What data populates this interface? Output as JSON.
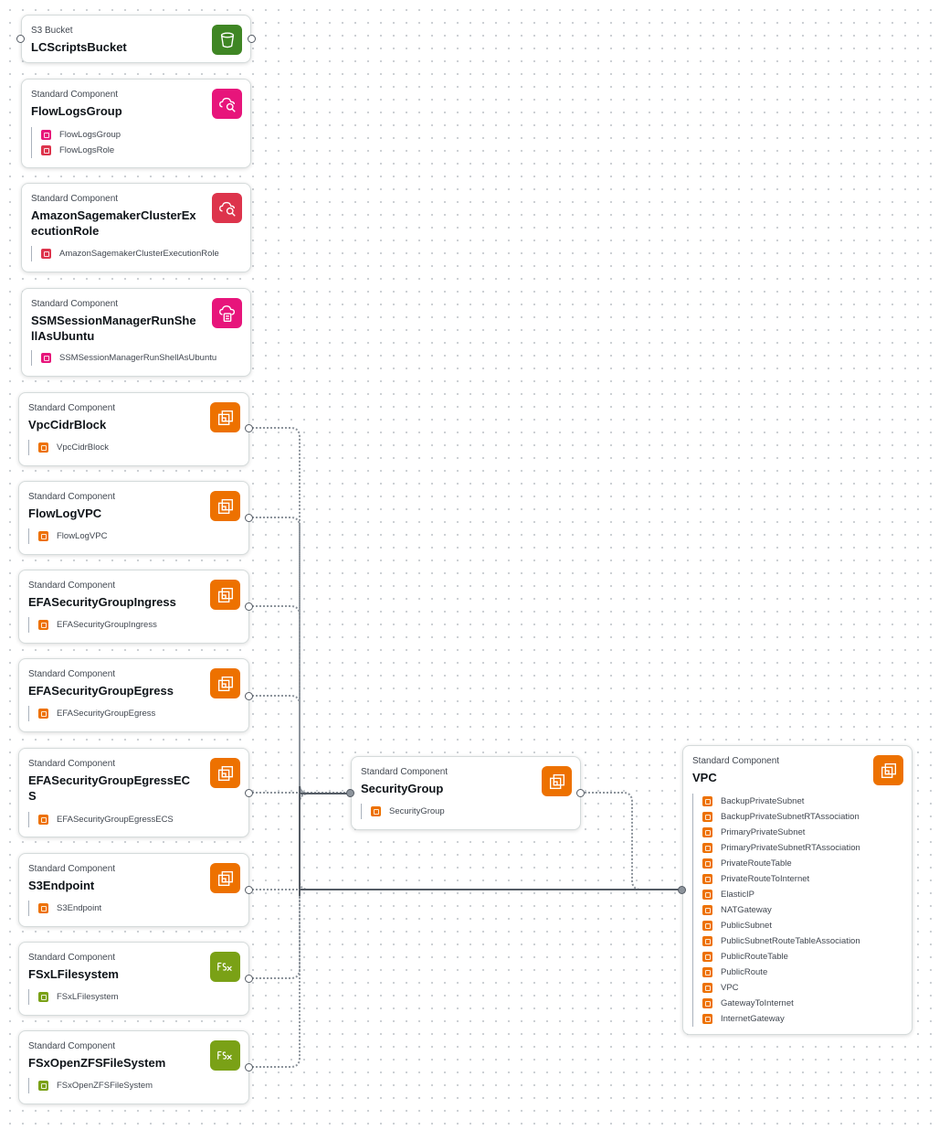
{
  "colors": {
    "s3": "#3f8624",
    "iam": "#dd344c",
    "pink": "#e7157b",
    "ec2": "#ed7100",
    "fsx": "#7aa116",
    "edge": "#8d949c",
    "edge_solid": "#545b64"
  },
  "nodes": {
    "lcscripts": {
      "type": "S3 Bucket",
      "name": "LCScriptsBucket",
      "icon": "bucket-icon",
      "resources": []
    },
    "flowlogsgroup": {
      "type": "Standard Component",
      "name": "FlowLogsGroup",
      "icon": "cloudwatch-logs-icon",
      "resources": [
        "FlowLogsGroup",
        "FlowLogsRole"
      ]
    },
    "sagemakerrole": {
      "type": "Standard Component",
      "name": "AmazonSagemakerClusterExecutionRole",
      "icon": "iam-role-icon",
      "resources": [
        "AmazonSagemakerClusterExecutionRole"
      ]
    },
    "ssmsession": {
      "type": "Standard Component",
      "name": "SSMSessionManagerRunShellAsUbuntu",
      "icon": "ssm-document-icon",
      "resources": [
        "SSMSessionManagerRunShellAsUbuntu"
      ]
    },
    "vpccidr": {
      "type": "Standard Component",
      "name": "VpcCidrBlock",
      "icon": "ec2-icon",
      "resources": [
        "VpcCidrBlock"
      ]
    },
    "flowlogvpc": {
      "type": "Standard Component",
      "name": "FlowLogVPC",
      "icon": "ec2-icon",
      "resources": [
        "FlowLogVPC"
      ]
    },
    "efaingress": {
      "type": "Standard Component",
      "name": "EFASecurityGroupIngress",
      "icon": "ec2-icon",
      "resources": [
        "EFASecurityGroupIngress"
      ]
    },
    "efaegress": {
      "type": "Standard Component",
      "name": "EFASecurityGroupEgress",
      "icon": "ec2-icon",
      "resources": [
        "EFASecurityGroupEgress"
      ]
    },
    "efaegressecs": {
      "type": "Standard Component",
      "name": "EFASecurityGroupEgressECS",
      "icon": "ec2-icon",
      "resources": [
        "EFASecurityGroupEgressECS"
      ]
    },
    "s3endpoint": {
      "type": "Standard Component",
      "name": "S3Endpoint",
      "icon": "ec2-icon",
      "resources": [
        "S3Endpoint"
      ]
    },
    "fsxl": {
      "type": "Standard Component",
      "name": "FSxLFilesystem",
      "icon": "fsx-icon",
      "resources": [
        "FSxLFilesystem"
      ]
    },
    "fsxzfs": {
      "type": "Standard Component",
      "name": "FSxOpenZFSFileSystem",
      "icon": "fsx-icon",
      "resources": [
        "FSxOpenZFSFileSystem"
      ]
    },
    "securitygroup": {
      "type": "Standard Component",
      "name": "SecurityGroup",
      "icon": "ec2-icon",
      "resources": [
        "SecurityGroup"
      ]
    },
    "vpc": {
      "type": "Standard Component",
      "name": "VPC",
      "icon": "ec2-icon",
      "resources": [
        "BackupPrivateSubnet",
        "BackupPrivateSubnetRTAssociation",
        "PrimaryPrivateSubnet",
        "PrimaryPrivateSubnetRTAssociation",
        "PrivateRouteTable",
        "PrivateRouteToInternet",
        "ElasticIP",
        "NATGateway",
        "PublicSubnet",
        "PublicSubnetRouteTableAssociation",
        "PublicRouteTable",
        "PublicRoute",
        "VPC",
        "GatewayToInternet",
        "InternetGateway"
      ]
    }
  }
}
